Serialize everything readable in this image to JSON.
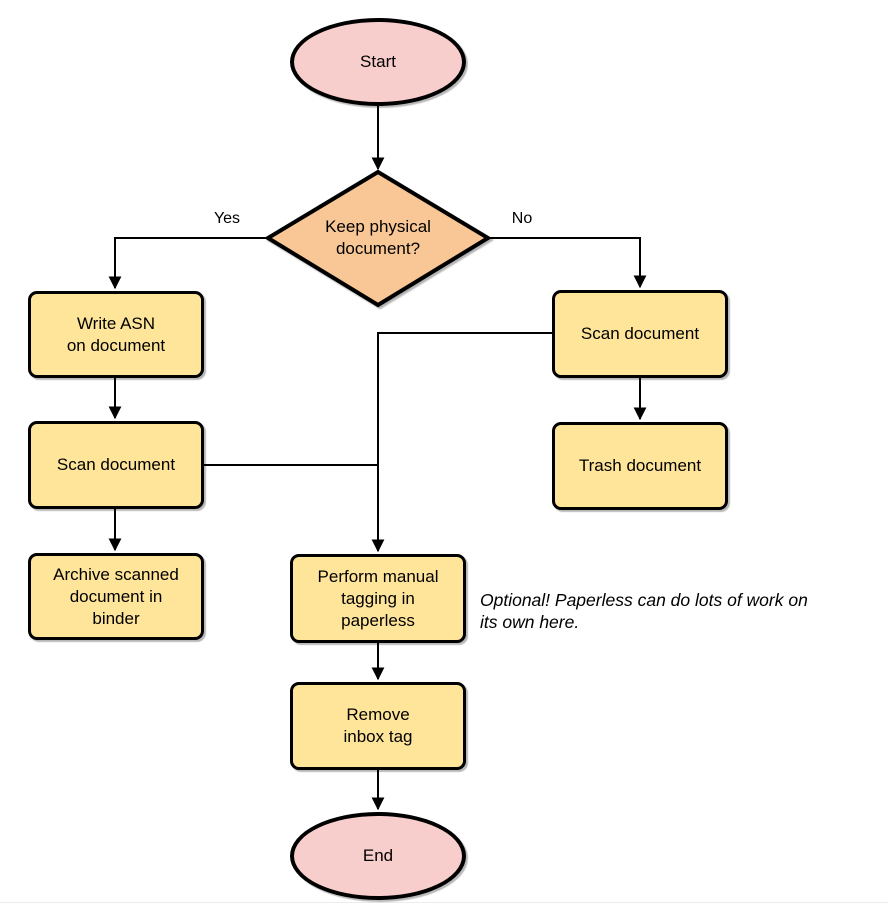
{
  "colors": {
    "terminal_fill": "#f8cecc",
    "decision_fill": "#f8c795",
    "process_fill": "#ffe59a",
    "stroke": "#000000"
  },
  "nodes": {
    "start": "Start",
    "decision": "Keep physical\ndocument?",
    "write_asn": "Write ASN\non document",
    "scan_left": "Scan document",
    "archive": "Archive scanned\ndocument in\nbinder",
    "scan_right": "Scan document",
    "trash": "Trash document",
    "perform_tagging": "Perform manual\ntagging in\npaperless",
    "remove_inbox_tag": "Remove\ninbox tag",
    "end": "End"
  },
  "edge_labels": {
    "yes": "Yes",
    "no": "No"
  },
  "annotation": "Optional! Paperless can do lots of work on\nits own here."
}
